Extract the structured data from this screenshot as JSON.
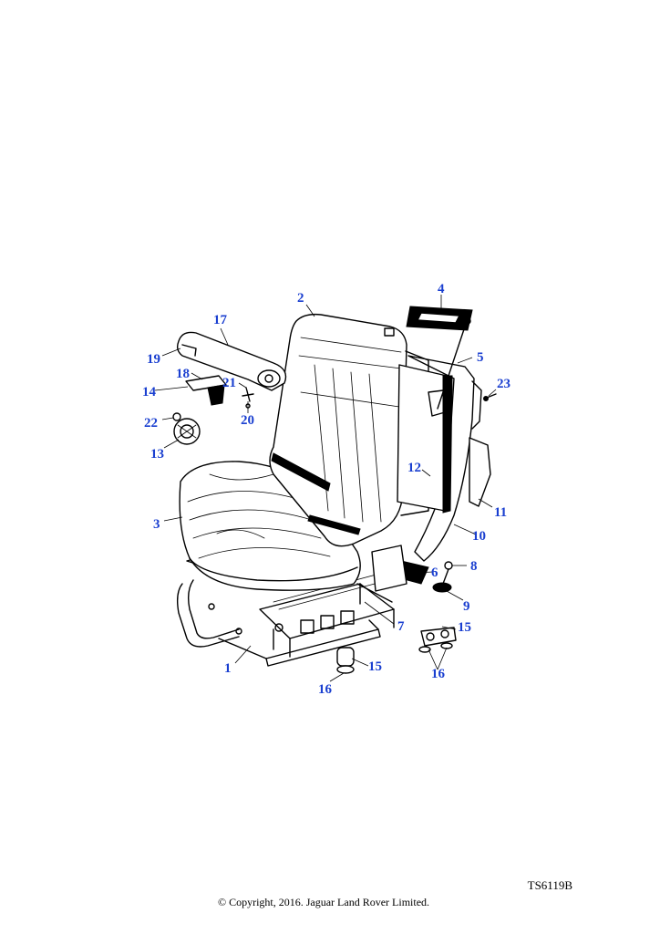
{
  "diagram": {
    "reference_code": "TS6119B",
    "copyright": "© Copyright, 2016. Jaguar Land Rover Limited.",
    "callouts": [
      {
        "id": "c1",
        "label": "1"
      },
      {
        "id": "c2",
        "label": "2"
      },
      {
        "id": "c3",
        "label": "3"
      },
      {
        "id": "c4",
        "label": "4"
      },
      {
        "id": "c5",
        "label": "5"
      },
      {
        "id": "c6",
        "label": "6"
      },
      {
        "id": "c7",
        "label": "7"
      },
      {
        "id": "c8",
        "label": "8"
      },
      {
        "id": "c9",
        "label": "9"
      },
      {
        "id": "c10",
        "label": "10"
      },
      {
        "id": "c11",
        "label": "11"
      },
      {
        "id": "c12",
        "label": "12"
      },
      {
        "id": "c13",
        "label": "13"
      },
      {
        "id": "c14",
        "label": "14"
      },
      {
        "id": "c15a",
        "label": "15"
      },
      {
        "id": "c15b",
        "label": "15"
      },
      {
        "id": "c16a",
        "label": "16"
      },
      {
        "id": "c16b",
        "label": "16"
      },
      {
        "id": "c17",
        "label": "17"
      },
      {
        "id": "c18",
        "label": "18"
      },
      {
        "id": "c19",
        "label": "19"
      },
      {
        "id": "c20",
        "label": "20"
      },
      {
        "id": "c21",
        "label": "21"
      },
      {
        "id": "c22",
        "label": "22"
      },
      {
        "id": "c23",
        "label": "23"
      }
    ]
  }
}
